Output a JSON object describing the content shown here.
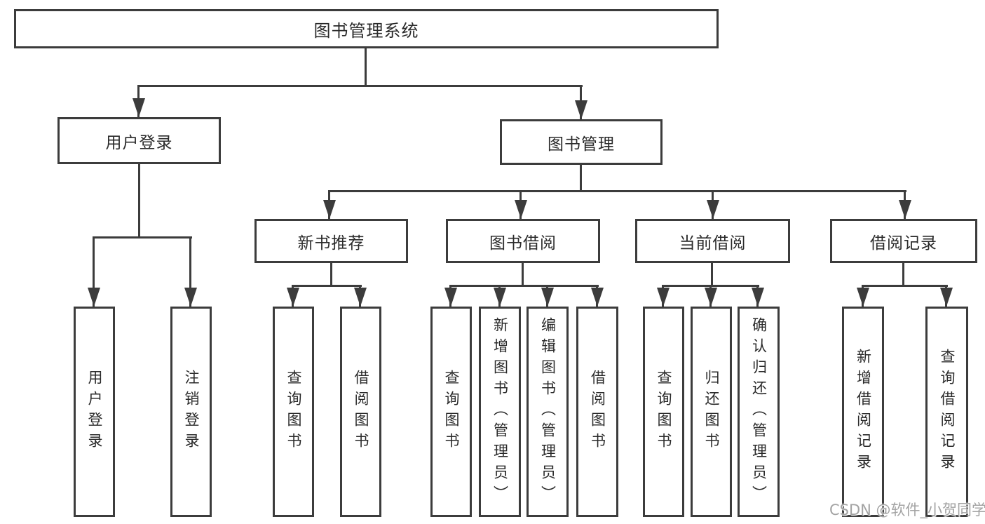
{
  "tree": {
    "label": "图书管理系统",
    "children": [
      {
        "label": "用户登录",
        "children": [
          {
            "label": "用户登录"
          },
          {
            "label": "注销登录"
          }
        ]
      },
      {
        "label": "图书管理",
        "children": [
          {
            "label": "新书推荐",
            "children": [
              {
                "label": "查询图书"
              },
              {
                "label": "借阅图书"
              }
            ]
          },
          {
            "label": "图书借阅",
            "children": [
              {
                "label": "查询图书"
              },
              {
                "label": "新增图书（管理员）"
              },
              {
                "label": "编辑图书（管理员）"
              },
              {
                "label": "借阅图书"
              }
            ]
          },
          {
            "label": "当前借阅",
            "children": [
              {
                "label": "查询图书"
              },
              {
                "label": "归还图书"
              },
              {
                "label": "确认归还（管理员）"
              }
            ]
          },
          {
            "label": "借阅记录",
            "children": [
              {
                "label": "新增借阅记录"
              },
              {
                "label": "查询借阅记录"
              }
            ]
          }
        ]
      }
    ]
  },
  "watermark": {
    "text": "CSDN @软件_小贺同学"
  },
  "colors": {
    "line": "#3c3c3c",
    "text": "#2a2a2a",
    "watermark": "#a3a3a3",
    "background": "#ffffff"
  }
}
